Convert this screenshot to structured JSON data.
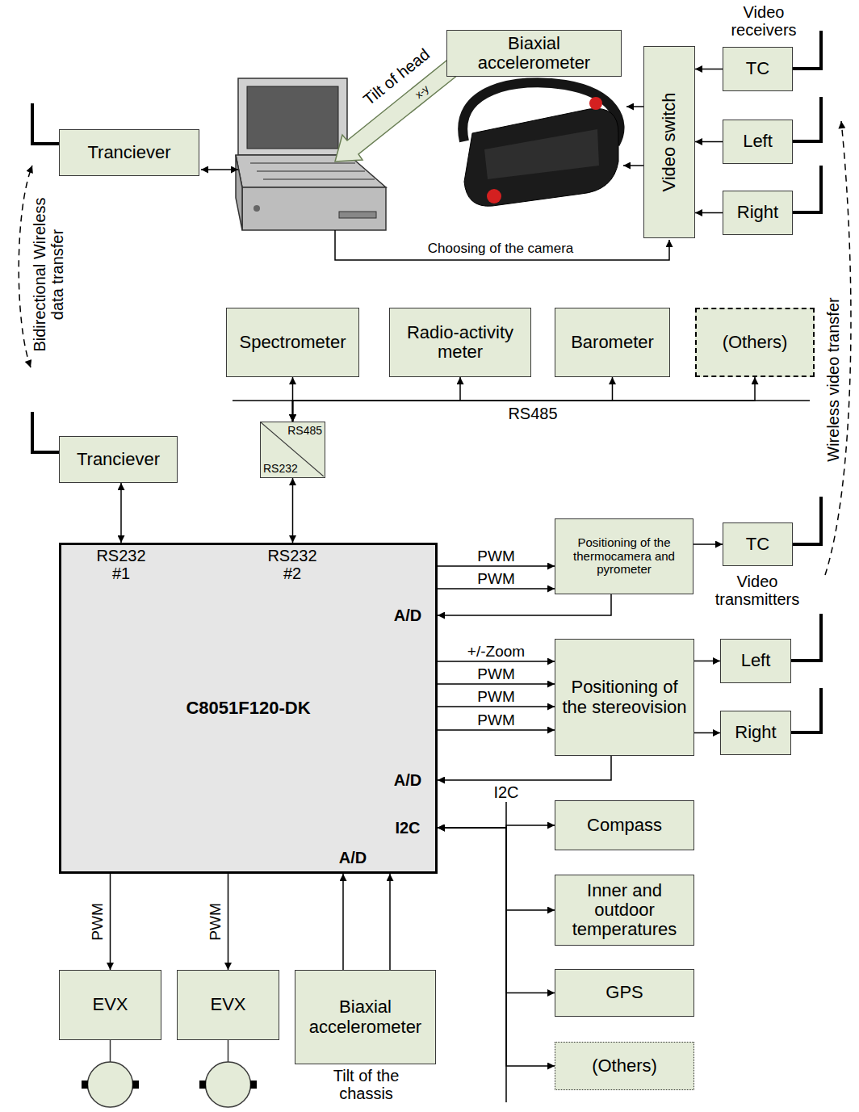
{
  "diagram": {
    "nodes": [
      {
        "text": [
          "Biaxial accelerometer"
        ]
      },
      {
        "text": [
          "Video switch"
        ]
      },
      {
        "text": [
          "TC"
        ]
      },
      {
        "text": [
          "Left"
        ]
      },
      {
        "text": [
          "Right"
        ]
      },
      {
        "text": [
          "Tranciever"
        ]
      },
      {
        "text": [
          "Spectrometer"
        ]
      },
      {
        "text": [
          "Radio-activity meter"
        ]
      },
      {
        "text": [
          "Barometer"
        ]
      },
      {
        "text": [
          "(Others)"
        ]
      },
      {
        "text": [
          "Tranciever"
        ]
      },
      {
        "text": [
          "RS485",
          "RS232"
        ]
      },
      {
        "text": [
          "C8051F120-DK"
        ]
      },
      {
        "text": [
          "Positioning of the thermocamera and pyrometer"
        ]
      },
      {
        "text": [
          "TC"
        ]
      },
      {
        "text": [
          "Positioning of the stereovision"
        ]
      },
      {
        "text": [
          "Left"
        ]
      },
      {
        "text": [
          "Right"
        ]
      },
      {
        "text": [
          "Compass"
        ]
      },
      {
        "text": [
          "Inner and outdoor temperatures"
        ]
      },
      {
        "text": [
          "GPS"
        ]
      },
      {
        "text": [
          "(Others)"
        ]
      },
      {
        "text": [
          "EVX"
        ]
      },
      {
        "text": [
          "EVX"
        ]
      },
      {
        "text": [
          "Biaxial accelerometer",
          "Tilt of the chassis"
        ]
      }
    ],
    "edges": [
      {
        "from": 2,
        "to": 1,
        "arrow": "to"
      },
      {
        "from": 3,
        "to": 1,
        "arrow": "to"
      },
      {
        "from": 4,
        "to": 1,
        "arrow": "to"
      },
      {
        "from": 10,
        "to": 12,
        "arrow": "both"
      },
      {
        "from": 11,
        "to": 12,
        "arrow": "both"
      },
      {
        "from": 6,
        "to": 11,
        "arrow": "both"
      },
      {
        "from": 7,
        "to": 11,
        "arrow": "both"
      },
      {
        "from": 8,
        "to": 11,
        "arrow": "both"
      },
      {
        "from": 9,
        "to": 11,
        "arrow": "both"
      },
      {
        "from": 12,
        "to": 13,
        "label": "PWM",
        "arrow": "to"
      },
      {
        "from": 12,
        "to": 13,
        "label": "PWM",
        "arrow": "to"
      },
      {
        "from": 13,
        "to": 12,
        "arrow": "to"
      },
      {
        "from": 13,
        "to": 14,
        "arrow": "to"
      },
      {
        "from": 12,
        "to": 15,
        "label": "+/-Zoom",
        "arrow": "to"
      },
      {
        "from": 12,
        "to": 15,
        "label": "PWM",
        "arrow": "to"
      },
      {
        "from": 12,
        "to": 15,
        "label": "PWM",
        "arrow": "to"
      },
      {
        "from": 12,
        "to": 15,
        "label": "PWM",
        "arrow": "to"
      },
      {
        "from": 15,
        "to": 12,
        "arrow": "to"
      },
      {
        "from": 15,
        "to": 16,
        "arrow": "to"
      },
      {
        "from": 15,
        "to": 17,
        "arrow": "to"
      },
      {
        "from": 12,
        "to": 18,
        "arrow": "both"
      },
      {
        "from": 12,
        "to": 19,
        "arrow": "both"
      },
      {
        "from": 12,
        "to": 20,
        "arrow": "both"
      },
      {
        "from": 12,
        "to": 21,
        "arrow": "both"
      },
      {
        "from": 12,
        "to": 22,
        "label": "PWM",
        "arrow": "to"
      },
      {
        "from": 12,
        "to": 23,
        "label": "PWM",
        "arrow": "to"
      },
      {
        "from": 24,
        "to": 12,
        "arrow": "to"
      },
      {
        "from": 24,
        "to": 12,
        "arrow": "to"
      }
    ],
    "labels": [
      "Video receivers",
      "Tilt of head",
      "x-y",
      "Choosing of the camera",
      "Bidirectional Wireless data transfer",
      "Wireless video transfer",
      "RS485",
      "RS232 #1",
      "RS232 #2",
      "A/D",
      "Video transmitters",
      "A/D",
      "I2C",
      "I2C",
      "A/D"
    ]
  }
}
